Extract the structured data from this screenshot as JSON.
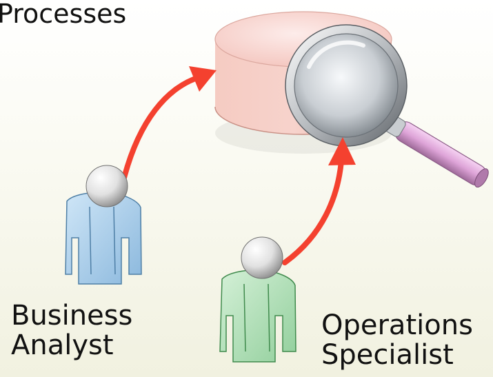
{
  "title": "Processes",
  "people": [
    {
      "name": "business-analyst",
      "lines": [
        "Business",
        "Analyst"
      ],
      "color": "#a9cdea"
    },
    {
      "name": "operations-specialist",
      "lines": [
        "Operations",
        "Specialist"
      ],
      "color": "#b5e0bc"
    }
  ],
  "icons": {
    "database": "database-cylinder-icon",
    "magnifier": "magnifying-glass-icon",
    "person": "person-icon",
    "arrow": "arrow-icon"
  },
  "colors": {
    "arrow": "#f4412f",
    "database": "#f6cbc3",
    "magnifier_handle": "#e2a8de"
  }
}
